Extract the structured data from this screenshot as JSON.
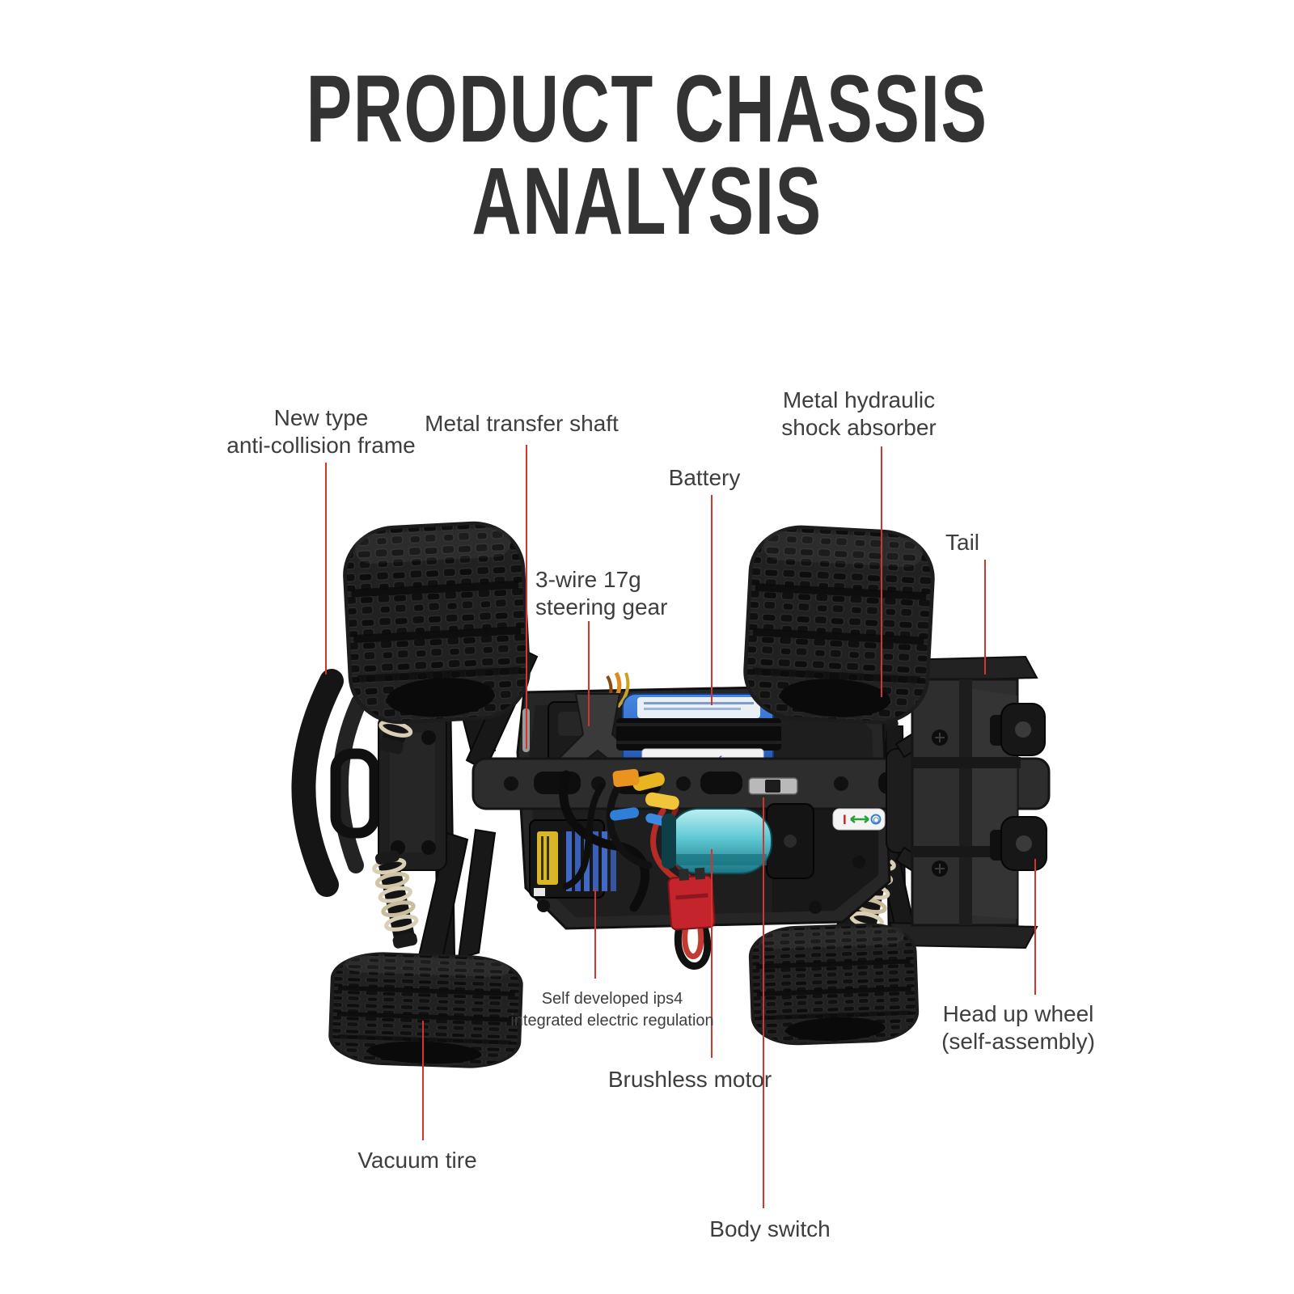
{
  "page": {
    "background": "#ffffff"
  },
  "title": {
    "line1": "PRODUCT CHASSIS",
    "line2": "ANALYSIS"
  },
  "colors": {
    "leader_line": "#d0362b",
    "label_text": "#3e3e3e",
    "title_text": "#333333",
    "battery_blue": "#2f6cc8",
    "motor_teal": "#5fc9d4",
    "esc_fin_blue": "#4169c8",
    "plug_red": "#c4242c",
    "connector_yellow": "#e8b51f",
    "spring_silver": "#d8cfb6"
  },
  "labels": [
    {
      "id": "anti-collision-frame",
      "text": "New type\nanti-collision frame"
    },
    {
      "id": "metal-transfer-shaft",
      "text": "Metal transfer shaft"
    },
    {
      "id": "battery",
      "text": "Battery"
    },
    {
      "id": "shock-absorber",
      "text": "Metal hydraulic\nshock absorber"
    },
    {
      "id": "tail",
      "text": "Tail"
    },
    {
      "id": "steering-gear",
      "text": "3-wire 17g\nsteering gear"
    },
    {
      "id": "esc",
      "text": "Self developed ips4\nintegrated electric regulation"
    },
    {
      "id": "brushless-motor",
      "text": "Brushless motor"
    },
    {
      "id": "body-switch",
      "text": "Body switch"
    },
    {
      "id": "head-up-wheel",
      "text": "Head up wheel\n(self-assembly)"
    },
    {
      "id": "vacuum-tire",
      "text": "Vacuum tire"
    }
  ],
  "illustration": {
    "description": "Top view of RC monster truck chassis",
    "battery_label": "Safety Information",
    "switch_sticker_on": "I",
    "switch_sticker_off": "O"
  }
}
